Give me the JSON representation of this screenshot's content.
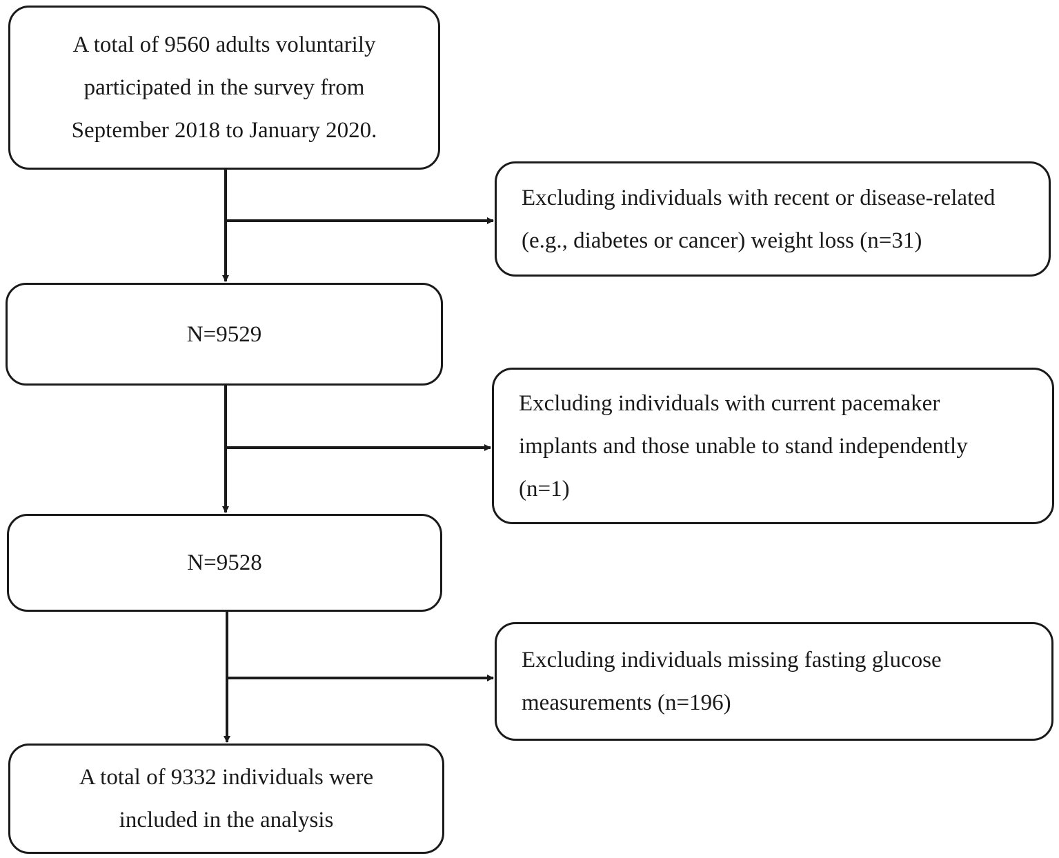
{
  "flowchart": {
    "main_steps": [
      {
        "id": "start",
        "text": "A total of 9560 adults voluntarily participated in the survey from September 2018 to January 2020."
      },
      {
        "id": "n1",
        "text": "N=9529"
      },
      {
        "id": "n2",
        "text": "N=9528"
      },
      {
        "id": "final",
        "text": "A total of 9332 individuals were included in the analysis"
      }
    ],
    "exclusions": [
      {
        "id": "ex1",
        "text": "Excluding individuals with recent or disease-related (e.g., diabetes or cancer) weight loss (n=31)"
      },
      {
        "id": "ex2",
        "text": "Excluding individuals with current pacemaker implants and those unable to stand independently (n=1)"
      },
      {
        "id": "ex3",
        "text": "Excluding individuals missing fasting glucose measurements (n=196)"
      }
    ]
  },
  "colors": {
    "stroke": "#1a1a1a",
    "background": "#ffffff"
  }
}
